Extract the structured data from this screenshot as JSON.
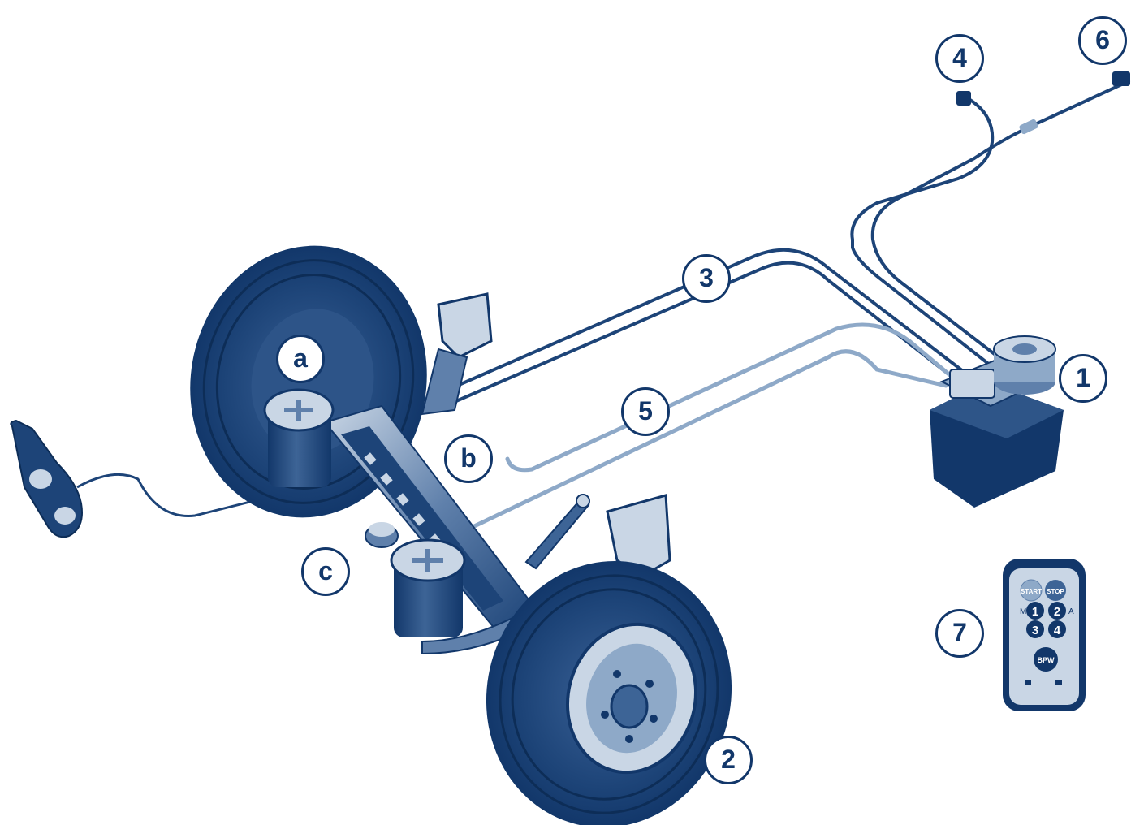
{
  "diagram": {
    "colors": {
      "primary": "#12376a",
      "mid": "#2e5588",
      "light": "#8ea9c8",
      "pale": "#c9d6e5",
      "background": "#ffffff"
    },
    "callouts": {
      "c1": "1",
      "c2": "2",
      "c3": "3",
      "c4": "4",
      "c5": "5",
      "c6": "6",
      "c7": "7",
      "ca": "a",
      "cb": "b",
      "cc": "c"
    },
    "remote": {
      "start": "START",
      "stop": "STOP",
      "b1": "1",
      "b2": "2",
      "b3": "3",
      "b4": "4",
      "left_mark": "M",
      "right_mark": "A",
      "logo": "BPW"
    }
  }
}
